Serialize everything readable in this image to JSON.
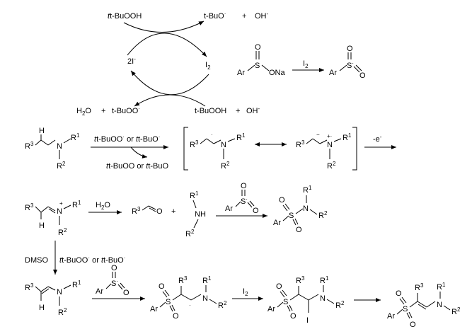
{
  "cycle": {
    "tbuooh_top": "t-BuOOH",
    "tbuo_top": "t-BuO",
    "plus1": "+",
    "oh_top": "OH",
    "two_i": "2I",
    "i2": "I",
    "water": "H",
    "plus2": "+",
    "tbuoo_bottom": "t-BuOO",
    "tbuooh_bottom": "t-BuOOH",
    "plus3": "+",
    "oh_bottom": "OH"
  },
  "sulfinate": {
    "ar": "Ar",
    "s": "S",
    "o_top": "O",
    "ona": "ONa",
    "reagent": "I",
    "product_ar": "Ar",
    "product_s": "S",
    "product_o1": "O",
    "product_o2": "O"
  },
  "row2": {
    "r3": "R",
    "h": "H",
    "n": "N",
    "r1": "R",
    "r2": "R",
    "reagent_top": "t-BuOO",
    "reagent_or": "or",
    "reagent_top2": "t-BuO",
    "byproduct": "t-BuOO",
    "byproduct_or": "or",
    "byproduct2": "t-BuO",
    "radical_r3": "R",
    "radical_n": "N",
    "radical_r1": "R",
    "radical_r2": "R",
    "radcat_r3": "R",
    "radcat_n": "N",
    "radcat_r1": "R",
    "radcat_r2": "R",
    "electron": "-e"
  },
  "row3": {
    "imin_r3": "R",
    "imin_h": "H",
    "imin_n": "N",
    "imin_r1": "R",
    "imin_r2": "R",
    "water": "H",
    "ald_r3": "R",
    "ald_o": "O",
    "plus": "+",
    "amine_r1": "R",
    "amine_nh": "NH",
    "amine_r2": "R",
    "sulfonyl_ar": "Ar",
    "sulfonyl_s": "S",
    "sulfonyl_o": "O",
    "sulfonamide_ar": "Ar",
    "sulfonamide_s": "S",
    "sulfonamide_o1": "O",
    "sulfonamide_o2": "O",
    "sulfonamide_n": "N",
    "sulfonamide_r1": "R",
    "sulfonamide_r2": "R"
  },
  "row4": {
    "dmso": "DMSO",
    "reagent1": "t-BuOO",
    "reagent_or": "or",
    "reagent2": "t-BuO",
    "enam_r3": "R",
    "enam_h": "H",
    "enam_n": "N",
    "enam_r1": "R",
    "enam_r2": "R",
    "sulfonyl_ar": "Ar",
    "sulfonyl_s": "S",
    "sulfonyl_o": "O",
    "int1_ar": "Ar",
    "int1_s": "S",
    "int1_o1": "O",
    "int1_o2": "O",
    "int1_r3": "R",
    "int1_n": "N",
    "int1_r1": "R",
    "int1_r2": "R",
    "iodine": "I",
    "int2_ar": "Ar",
    "int2_s": "S",
    "int2_o1": "O",
    "int2_o2": "O",
    "int2_r3": "R",
    "int2_n": "N",
    "int2_r1": "R",
    "int2_r2": "R",
    "int2_i": "I",
    "prod_ar": "Ar",
    "prod_s": "S",
    "prod_o1": "O",
    "prod_o2": "O",
    "prod_r3": "R",
    "prod_n": "N",
    "prod_r1": "R",
    "prod_r2": "R"
  }
}
